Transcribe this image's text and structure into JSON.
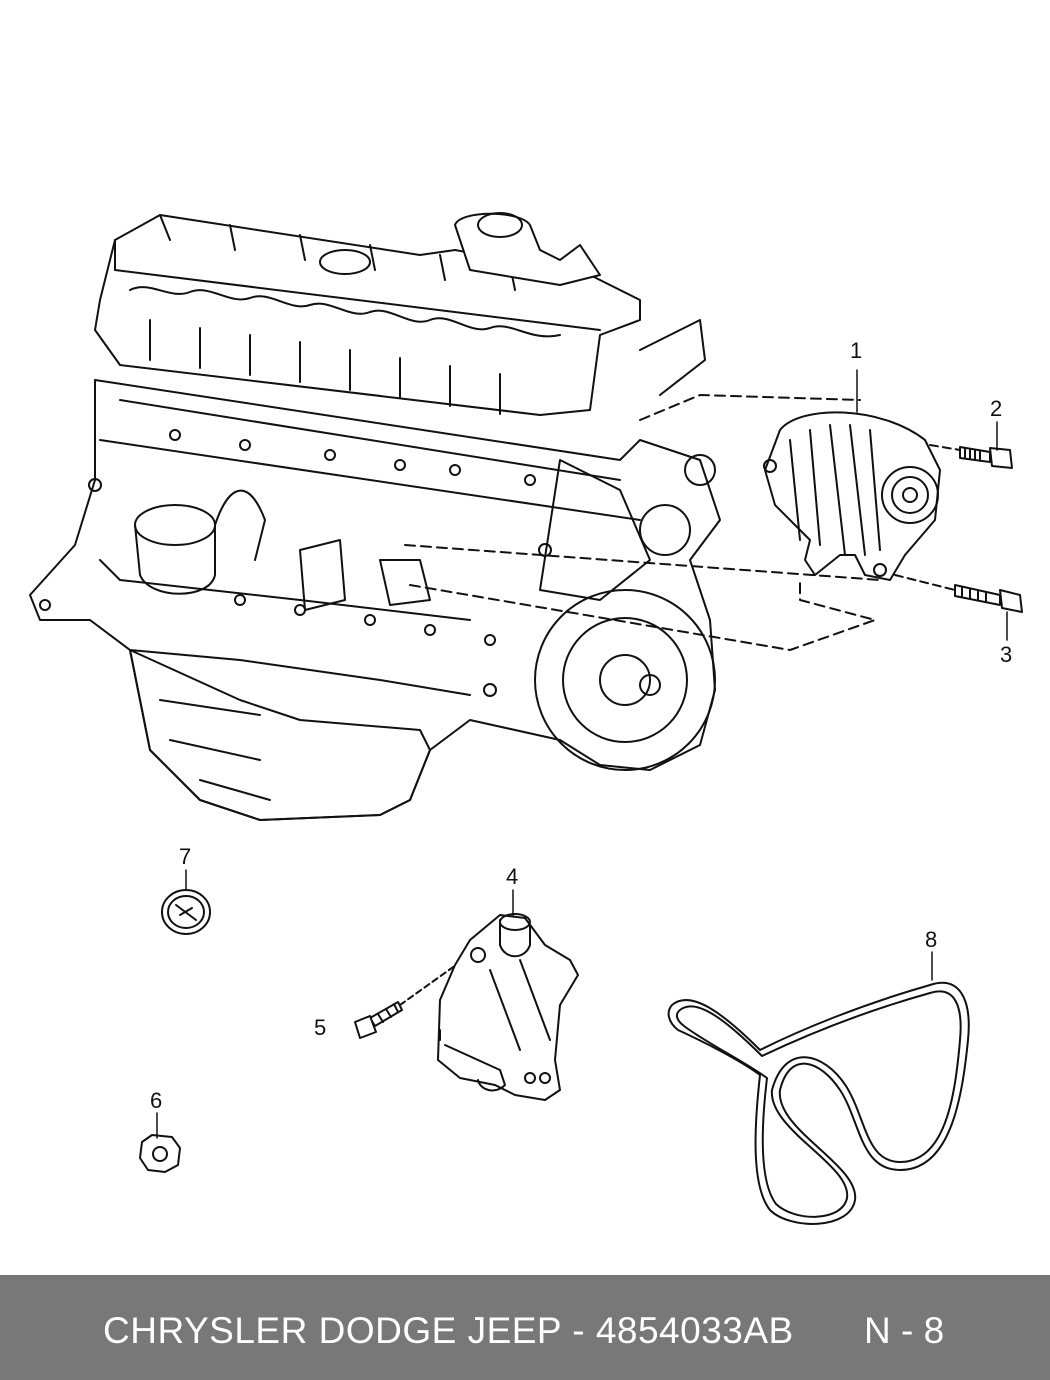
{
  "callouts": {
    "c1": "1",
    "c2": "2",
    "c3": "3",
    "c4": "4",
    "c5": "5",
    "c6": "6",
    "c7": "7",
    "c8": "8"
  },
  "parts": {
    "engine": "engine-block-icon",
    "alternator": "alternator-icon",
    "bracket": "alternator-bracket-icon",
    "belt": "serpentine-belt-icon",
    "bolt": "bolt-icon",
    "nut": "nut-icon",
    "cap": "cap-icon"
  },
  "footer": {
    "title": "CHRYSLER DODGE JEEP - 4854033AB",
    "code": "N - 8"
  },
  "colors": {
    "line": "#111111",
    "footer_bg": "#787878",
    "footer_text": "#ffffff"
  }
}
